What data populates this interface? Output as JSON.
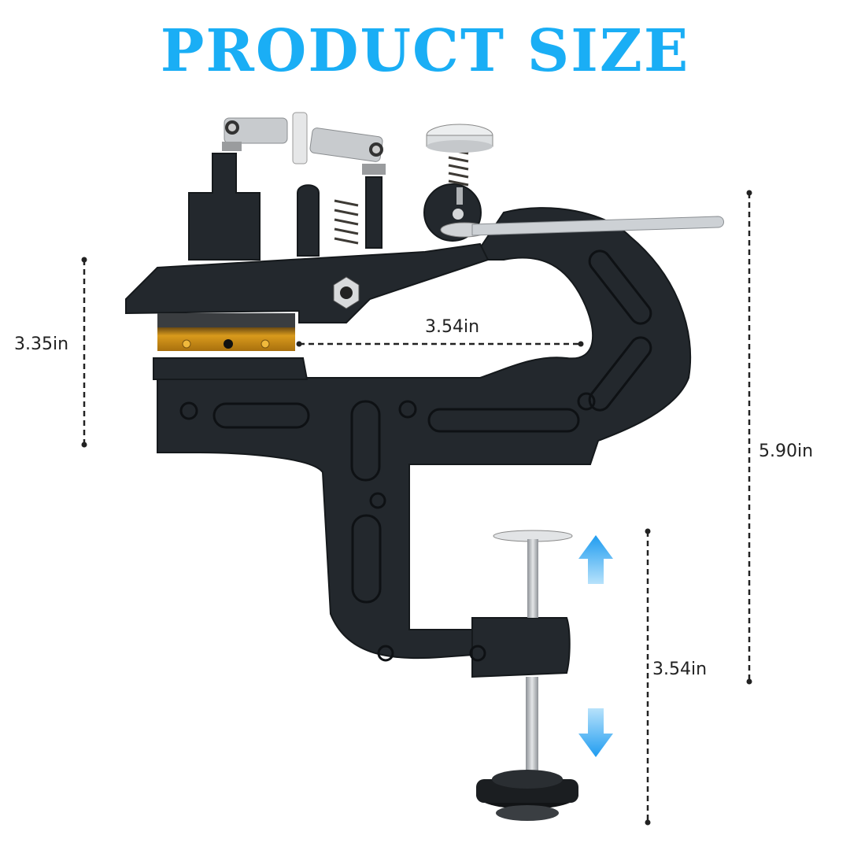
{
  "title": "PRODUCT SIZE",
  "colors": {
    "title": "#1aaef5",
    "clamp_body": "#23282d",
    "blade": "#c8860f",
    "metal": "#c9ccd0",
    "arrow": "#2ea6f2",
    "dimension_line": "#222222"
  },
  "dimensions": {
    "jaw_height": "3.35in",
    "throat_width": "3.54in",
    "overall_height": "5.90in",
    "clamp_opening": "3.54in"
  },
  "icons": {
    "up_arrow": "arrow-up-icon",
    "down_arrow": "arrow-down-icon"
  }
}
